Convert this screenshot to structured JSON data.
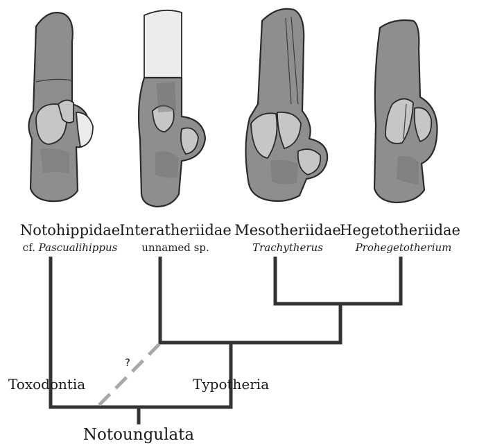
{
  "taxa": [
    {
      "family": "Notohippidae",
      "prefix": "cf. ",
      "genus": "Pascualihippus"
    },
    {
      "family": "Interatheriidae",
      "prefix": "unnamed sp.",
      "genus": ""
    },
    {
      "family": "Mesotheriidae",
      "prefix": "",
      "genus": "Trachytherus"
    },
    {
      "family": "Hegetotheriidae",
      "prefix": "",
      "genus": "Prohegetotherium"
    }
  ],
  "clades": {
    "toxodontia": "Toxodontia",
    "typotheria": "Typotheria",
    "root": "Notoungulata"
  },
  "uncertain_mark": "?",
  "colors": {
    "bone": "#8e8e8e",
    "bone_light": "#c6c6c6",
    "branch": "#333333",
    "uncertain_branch": "#a8a8a8"
  }
}
